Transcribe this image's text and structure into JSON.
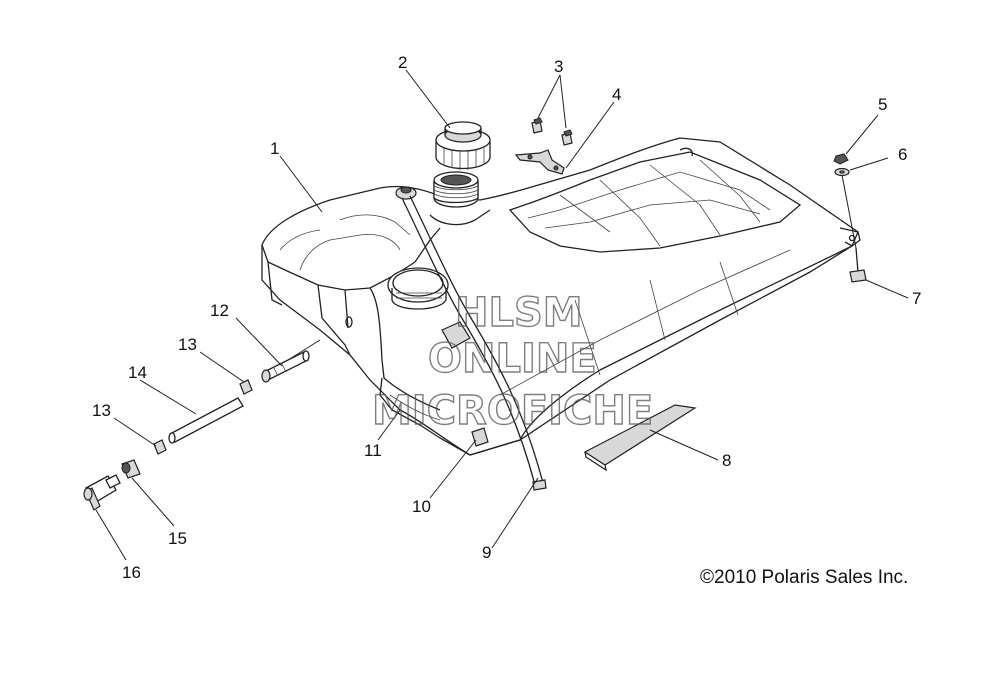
{
  "diagram": {
    "callouts": [
      "1",
      "2",
      "3",
      "4",
      "5",
      "6",
      "7",
      "8",
      "9",
      "10",
      "11",
      "12",
      "13",
      "13",
      "14",
      "15",
      "16"
    ],
    "copyright": "©2010 Polaris Sales Inc.",
    "watermark": [
      "HLSM",
      "ONLINE",
      "MICROFICHE"
    ]
  }
}
